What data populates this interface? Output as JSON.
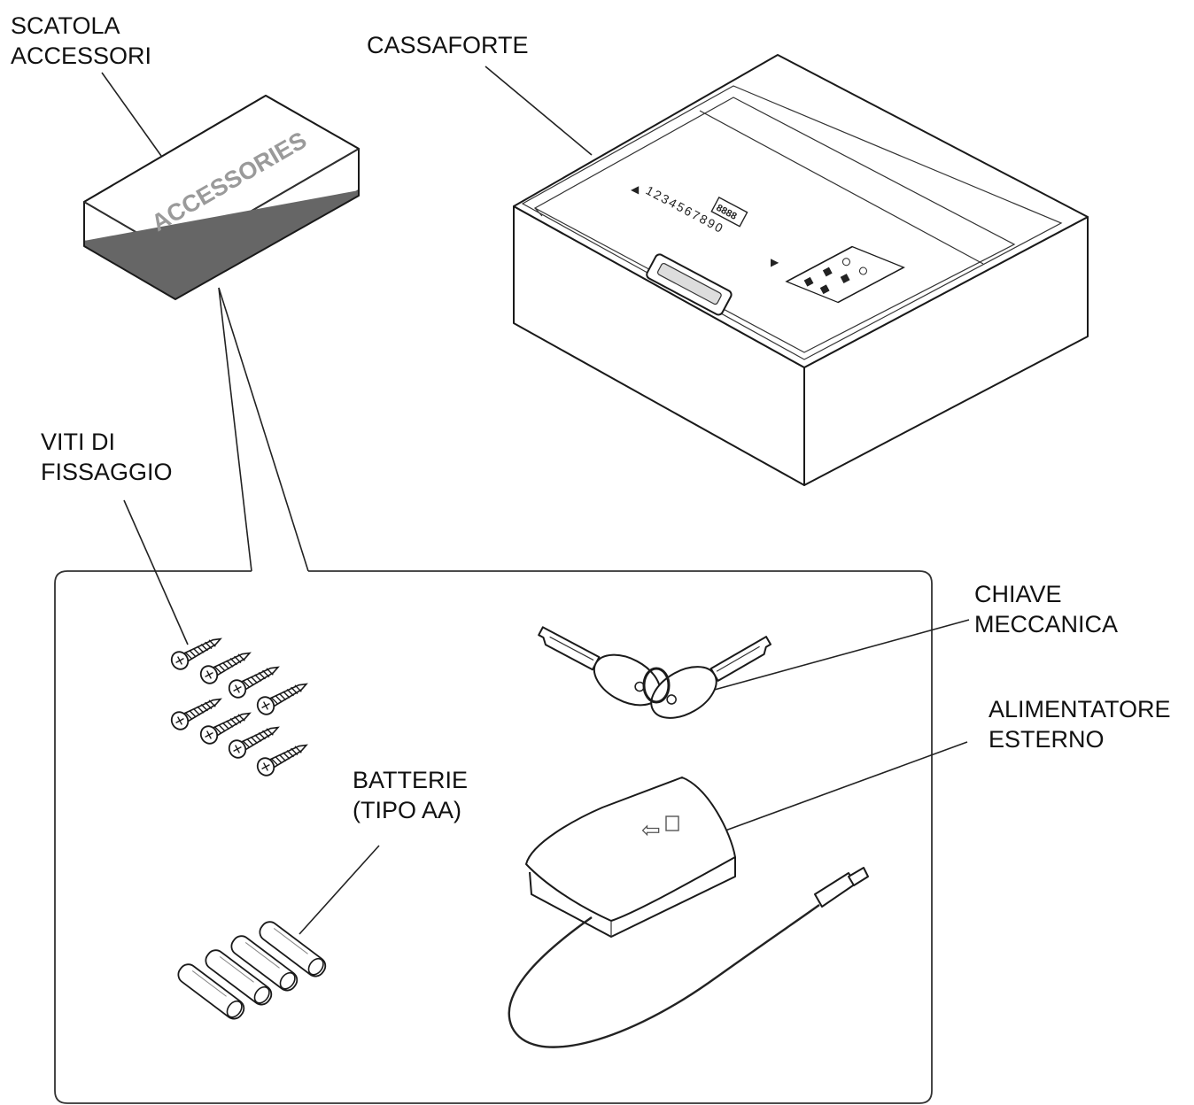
{
  "labels": {
    "accessory_box": [
      "SCATOLA",
      "ACCESSORI"
    ],
    "safe": [
      "CASSAFORTE"
    ],
    "fixing_screws": [
      "VITI DI",
      "FISSAGGIO"
    ],
    "batteries": [
      "BATTERIE",
      "(TIPO AA)"
    ],
    "mechanical_key": [
      "CHIAVE",
      "MECCANICA"
    ],
    "external_power": [
      "ALIMENTATORE",
      "ESTERNO"
    ]
  },
  "box_print": "ACCESSORIES",
  "keypad_digits": "1234567890",
  "display_text": "8888"
}
